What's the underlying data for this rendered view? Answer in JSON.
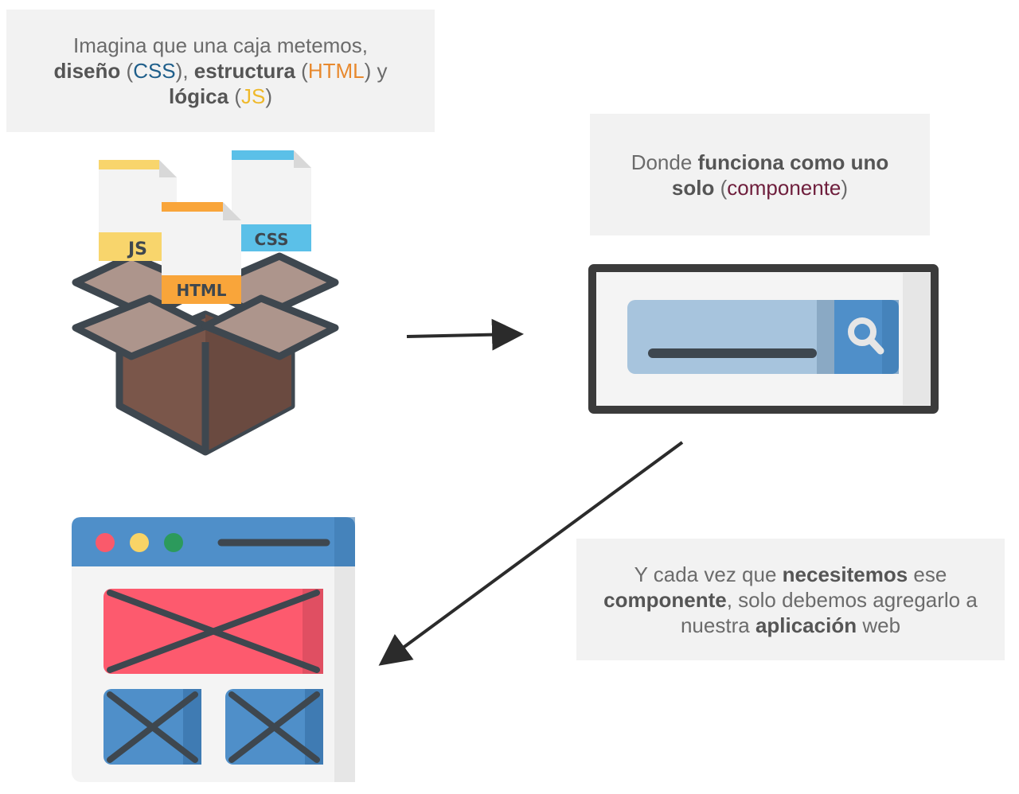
{
  "notes": {
    "box": {
      "t1": "Imagina que una caja metemos,",
      "w1": "diseño",
      "p1": "(",
      "css": "CSS",
      "p2": "),",
      "w2": "estructura",
      "p3": "(",
      "html": "HTML",
      "p4": ") y",
      "w3": "lógica",
      "p5": "(",
      "js": "JS",
      "p6": ")"
    },
    "component": {
      "t1": "Donde",
      "w1": "funciona como uno solo",
      "p1": "(",
      "comp": "componente",
      "p2": ")"
    },
    "app": {
      "t1": "Y cada vez que",
      "w1": "necesitemos",
      "t2": "ese",
      "w2": "componente",
      "t3": ", solo debemos agregarlo a nuestra",
      "w3": "aplicación",
      "t4": "web"
    }
  },
  "file_labels": {
    "js": "JS",
    "css": "CSS",
    "html": "HTML"
  },
  "colors": {
    "css_text": "#1f5f8b",
    "html_text": "#e8892e",
    "js_text": "#efb92b",
    "component_text": "#6e1e3c",
    "note_bg": "#f2f2f2",
    "outline": "#3e474f",
    "box_lid": "#ad958c",
    "box_body": "#7a564a",
    "browser_blue": "#4f8fc9",
    "search_field": "#a7c4dd",
    "block_red": "#fd5a6e",
    "dot_red": "#fa5a6b",
    "dot_yellow": "#f9d466",
    "dot_green": "#2c9a5c"
  },
  "icons": [
    "box-icon",
    "js-file-icon",
    "css-file-icon",
    "html-file-icon",
    "search-icon",
    "browser-window-icon"
  ]
}
